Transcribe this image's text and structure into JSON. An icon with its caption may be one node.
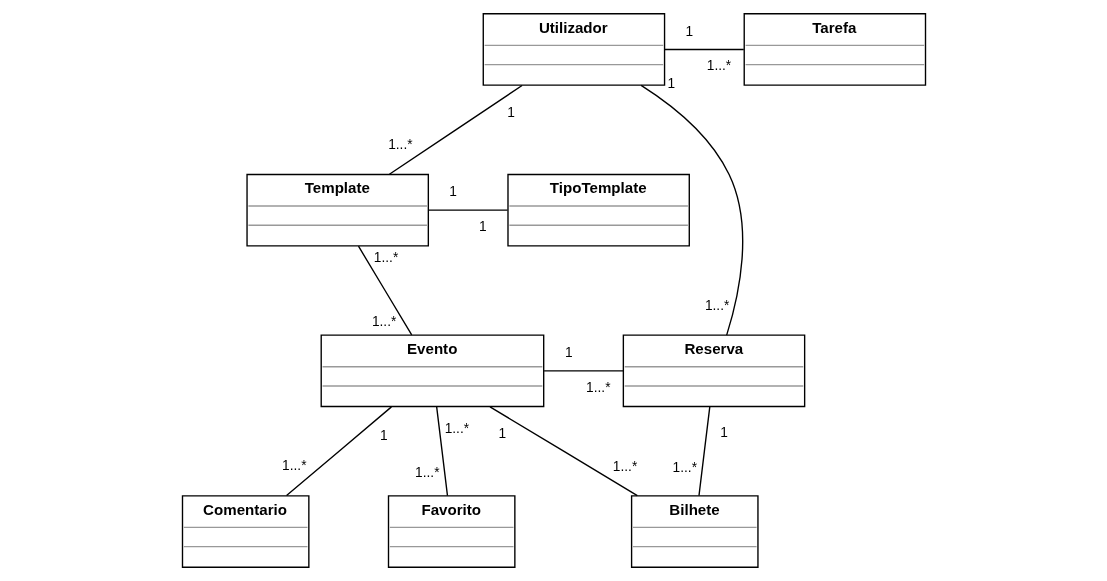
{
  "diagram": {
    "nodes": [
      {
        "text": [
          "Utilizador"
        ]
      },
      {
        "text": [
          "Tarefa"
        ]
      },
      {
        "text": [
          "TipoTemplate"
        ]
      },
      {
        "text": [
          "Template"
        ]
      },
      {
        "text": [
          "Evento"
        ]
      },
      {
        "text": [
          "Reserva"
        ]
      },
      {
        "text": [
          "Favorito"
        ]
      },
      {
        "text": [
          "Comentario"
        ]
      },
      {
        "text": [
          "Bilhete"
        ]
      }
    ],
    "edges": [
      {
        "from": 0,
        "to": 1,
        "arrow": "none"
      },
      {
        "from": 0,
        "to": 3,
        "arrow": "none"
      },
      {
        "from": 0,
        "to": 5,
        "arrow": "none"
      },
      {
        "from": 2,
        "to": 3,
        "arrow": "none"
      },
      {
        "from": 3,
        "to": 4,
        "arrow": "none"
      },
      {
        "from": 4,
        "to": 5,
        "arrow": "none"
      },
      {
        "from": 4,
        "to": 6,
        "arrow": "none"
      },
      {
        "from": 4,
        "to": 7,
        "arrow": "none"
      },
      {
        "from": 4,
        "to": 8,
        "arrow": "none"
      },
      {
        "from": 5,
        "to": 8,
        "arrow": "none"
      }
    ],
    "labels": [
      "1",
      "1...*",
      "1",
      "1",
      "1...*",
      "1",
      "1",
      "1...*",
      "1...*",
      "1...*",
      "1",
      "1...*",
      "1...*",
      "1",
      "1",
      "1",
      "1...*",
      "1...*",
      "1...*",
      "1...*"
    ]
  }
}
